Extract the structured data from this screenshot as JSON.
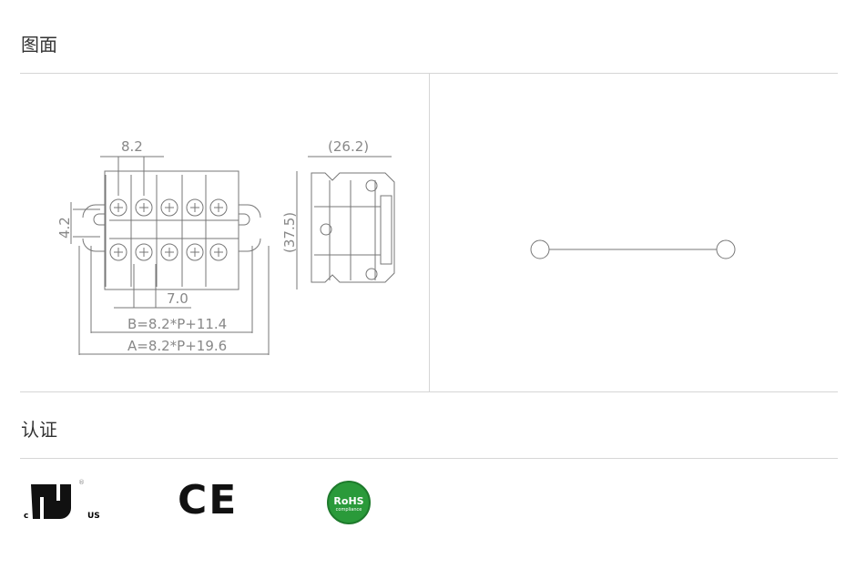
{
  "sections": {
    "drawing_title": "图面",
    "cert_title": "认证"
  },
  "drawing": {
    "dims": {
      "pitch": "8.2",
      "height_gap": "4.2",
      "screw_gap": "7.0",
      "b_formula": "B=8.2*P+11.4",
      "a_formula": "A=8.2*P+19.6",
      "side_width": "(26.2)",
      "side_height": "(37.5)"
    }
  },
  "certifications": [
    {
      "name": "UL",
      "c": "c",
      "us": "US",
      "r": "®"
    },
    {
      "name": "CE",
      "text": "CE"
    },
    {
      "name": "RoHS",
      "text": "RoHS",
      "sub": "compliance",
      "color": "#2a9a3a"
    }
  ]
}
